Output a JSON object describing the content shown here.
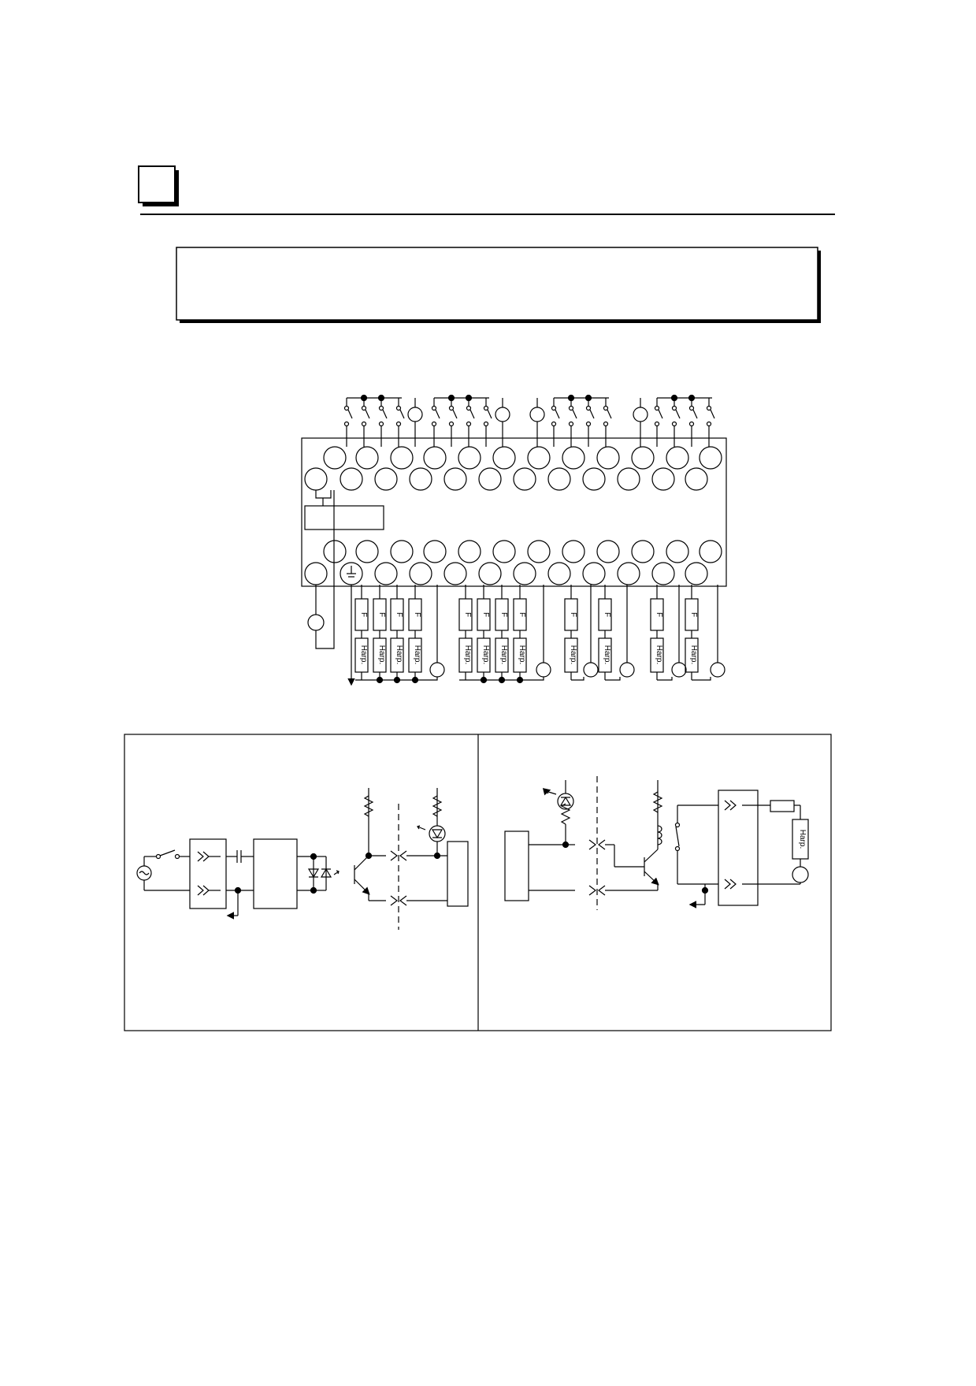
{
  "header": {
    "chapter_box_text": ""
  },
  "title_box": {
    "text": ""
  },
  "wiring": {
    "fuse_label": "F",
    "load_label": "Harp.",
    "top_switch_groups": 4,
    "terminal_row_count": 12
  },
  "circuits": {
    "input_panel_text": "",
    "output_panel_text": "",
    "load_label": "Harp."
  },
  "colors": {
    "ink": "#000000",
    "paper": "#ffffff"
  }
}
